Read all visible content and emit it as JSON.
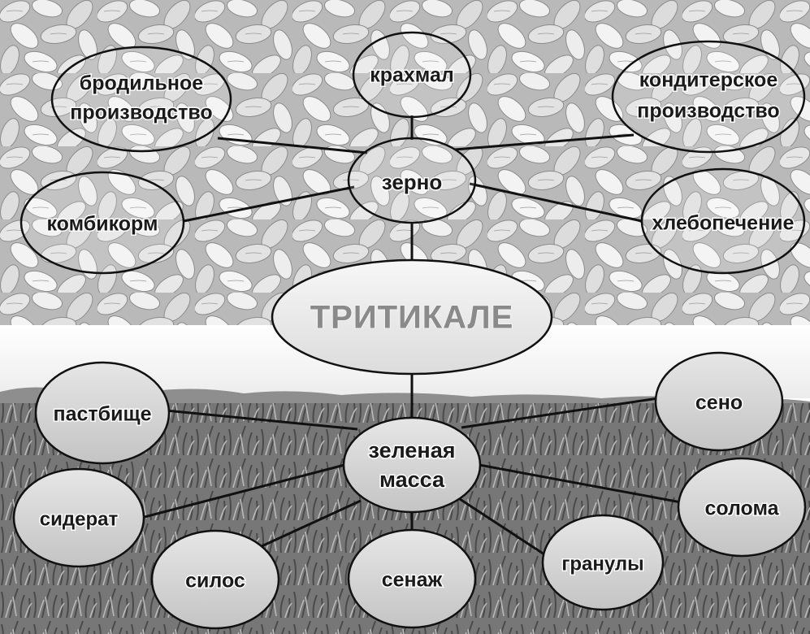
{
  "center": {
    "label": "ТРИТИКАЛЕ"
  },
  "grain_hub": {
    "label": "зерно"
  },
  "green_hub": {
    "label_line1": "зеленая",
    "label_line2": "масса"
  },
  "grain_uses": [
    {
      "id": "brewing",
      "line1": "бродильное",
      "line2": "производство"
    },
    {
      "id": "starch",
      "line1": "крахмал",
      "line2": ""
    },
    {
      "id": "confectionery",
      "line1": "кондитерское",
      "line2": "производство"
    },
    {
      "id": "feed",
      "line1": "комбикорм",
      "line2": ""
    },
    {
      "id": "baking",
      "line1": "хлебопечение",
      "line2": ""
    }
  ],
  "green_uses": [
    {
      "id": "pasture",
      "line1": "пастбище"
    },
    {
      "id": "hay",
      "line1": "сено"
    },
    {
      "id": "green-manure",
      "line1": "сидерат"
    },
    {
      "id": "straw",
      "line1": "солома"
    },
    {
      "id": "silage",
      "line1": "силос"
    },
    {
      "id": "haylage",
      "line1": "сенаж"
    },
    {
      "id": "pellets",
      "line1": "гранулы"
    }
  ],
  "colors": {
    "outline": "#111111",
    "bubble_light": "#ffffff",
    "bubble_grain_fill": "rgba(255,255,255,0.18)",
    "bubble_green_fill": "#d6d6d6",
    "title_bubble_fill": "#eeeeee"
  }
}
